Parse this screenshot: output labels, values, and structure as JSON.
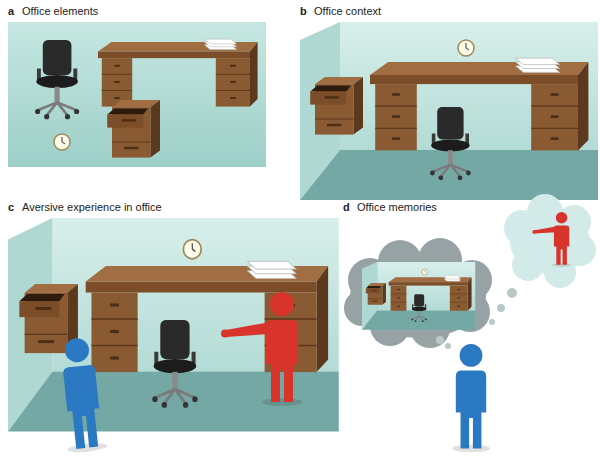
{
  "diagram": {
    "labels": [
      "a",
      "Office elements",
      "b",
      "Office context",
      "c",
      "Aversive experience in office",
      "d",
      "Office memories"
    ]
  }
}
